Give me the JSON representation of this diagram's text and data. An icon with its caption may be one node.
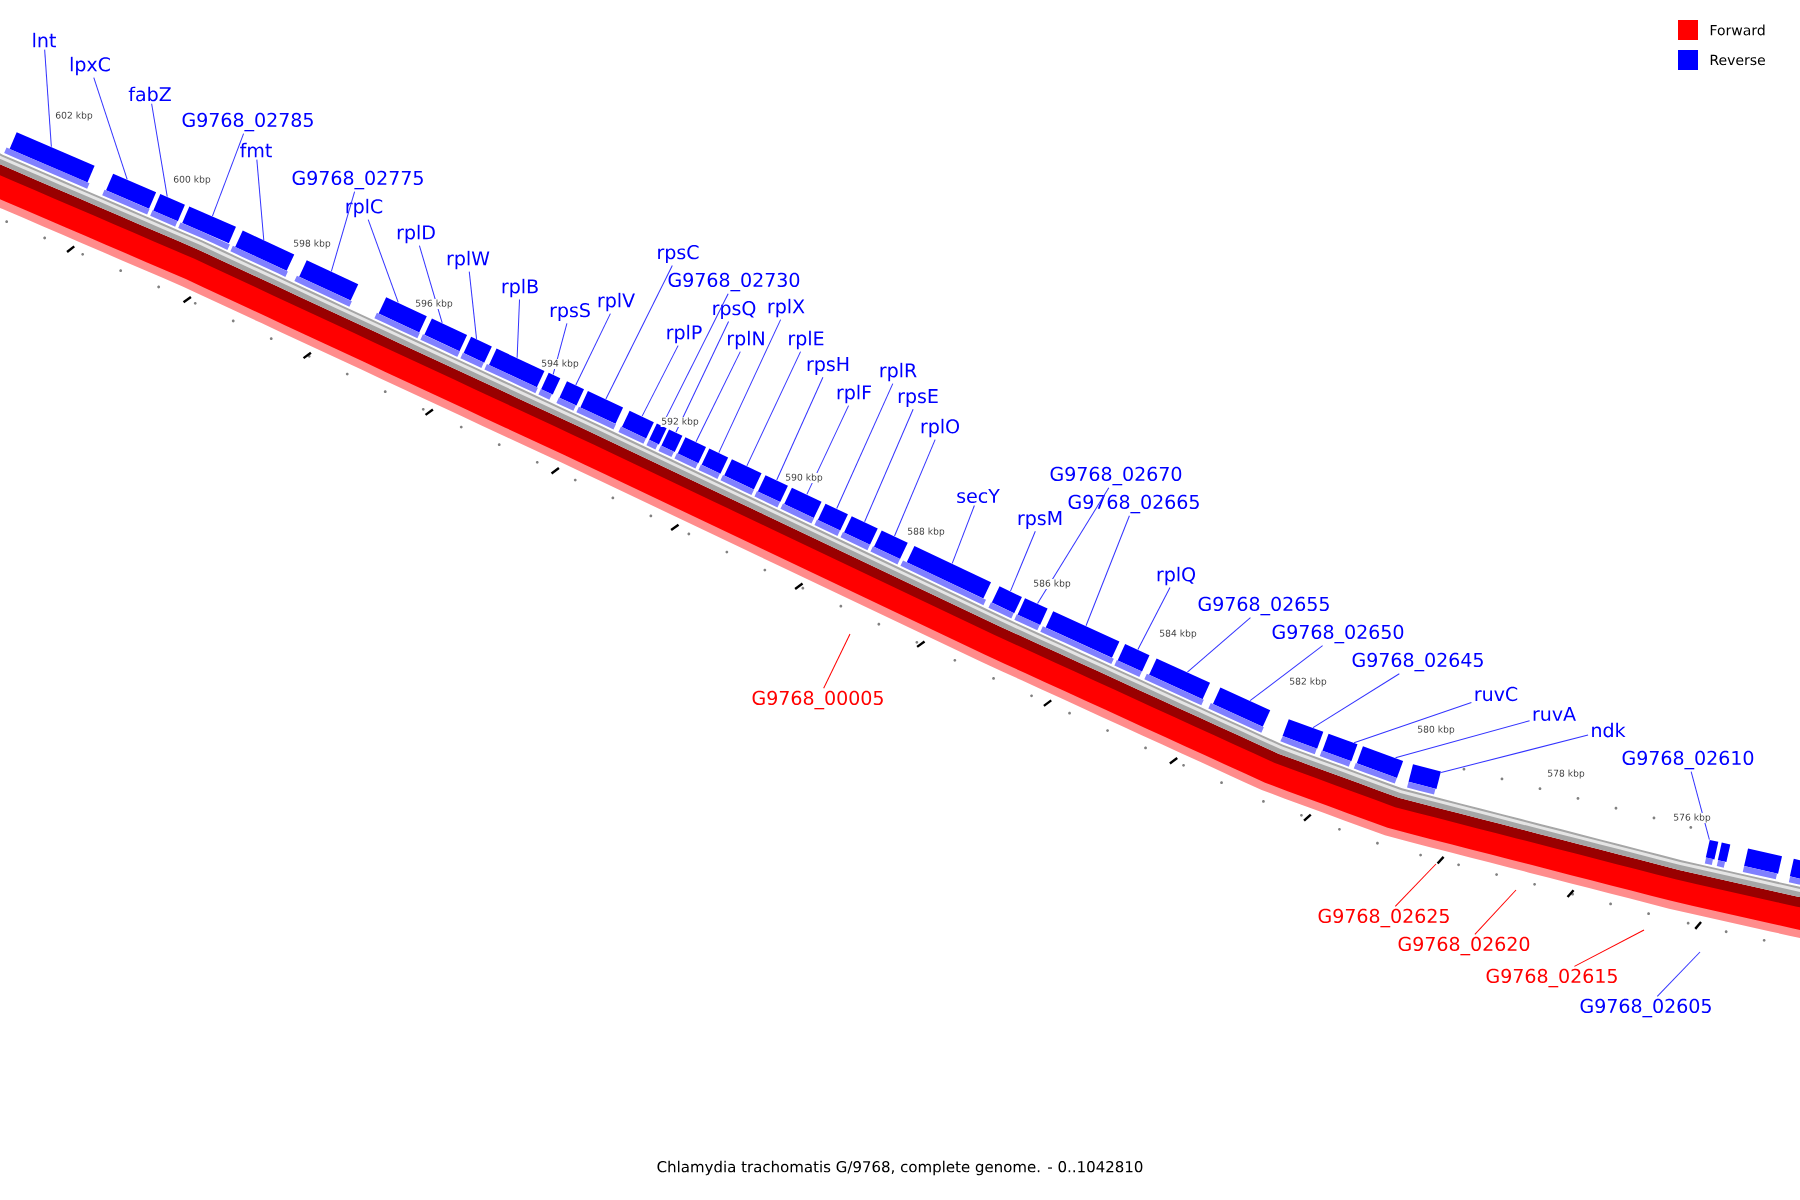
{
  "diagram": {
    "caption": "Chlamydia trachomatis G/9768, complete genome. - 0..1042810",
    "nodes": [
      {
        "text": [
          "lnt"
        ]
      },
      {
        "text": [
          "lpxC"
        ]
      },
      {
        "text": [
          "fabZ"
        ]
      },
      {
        "text": [
          "G9768_02785"
        ]
      },
      {
        "text": [
          "fmt"
        ]
      },
      {
        "text": [
          "G9768_02775"
        ]
      },
      {
        "text": [
          "rplC"
        ]
      },
      {
        "text": [
          "rplD"
        ]
      },
      {
        "text": [
          "rplW"
        ]
      },
      {
        "text": [
          "rplB"
        ]
      },
      {
        "text": [
          "rpsS"
        ]
      },
      {
        "text": [
          "rplV"
        ]
      },
      {
        "text": [
          "rpsC"
        ]
      },
      {
        "text": [
          "rplP"
        ]
      },
      {
        "text": [
          "G9768_02730"
        ]
      },
      {
        "text": [
          "rpsQ"
        ]
      },
      {
        "text": [
          "rplN"
        ]
      },
      {
        "text": [
          "rplX"
        ]
      },
      {
        "text": [
          "rplE"
        ]
      },
      {
        "text": [
          "rpsH"
        ]
      },
      {
        "text": [
          "rplF"
        ]
      },
      {
        "text": [
          "rplR"
        ]
      },
      {
        "text": [
          "rpsE"
        ]
      },
      {
        "text": [
          "rplO"
        ]
      },
      {
        "text": [
          "secY"
        ]
      },
      {
        "text": [
          "rpsM"
        ]
      },
      {
        "text": [
          "G9768_02670"
        ]
      },
      {
        "text": [
          "G9768_02665"
        ]
      },
      {
        "text": [
          "rplQ"
        ]
      },
      {
        "text": [
          "G9768_02655"
        ]
      },
      {
        "text": [
          "G9768_02650"
        ]
      },
      {
        "text": [
          "G9768_02645"
        ]
      },
      {
        "text": [
          "ruvC"
        ]
      },
      {
        "text": [
          "ruvA"
        ]
      },
      {
        "text": [
          "ndk"
        ]
      },
      {
        "text": [
          "G9768_02610"
        ]
      },
      {
        "text": [
          "G9768_00005"
        ]
      },
      {
        "text": [
          "G9768_02625"
        ]
      },
      {
        "text": [
          "G9768_02620"
        ]
      },
      {
        "text": [
          "G9768_02615"
        ]
      },
      {
        "text": [
          "G9768_02605"
        ]
      },
      {
        "text": [],
        "shape": "box"
      },
      {
        "text": [],
        "shape": "box"
      },
      {
        "text": [],
        "shape": "box"
      },
      {
        "text": [],
        "shape": "box"
      },
      {
        "text": [],
        "shape": "box"
      },
      {
        "text": [],
        "shape": "box"
      },
      {
        "text": [],
        "shape": "box"
      },
      {
        "text": [],
        "shape": "box"
      },
      {
        "text": [],
        "shape": "box"
      },
      {
        "text": [],
        "shape": "box"
      },
      {
        "text": [],
        "shape": "box"
      },
      {
        "text": [],
        "shape": "box"
      },
      {
        "text": [],
        "shape": "box"
      },
      {
        "text": [],
        "shape": "box"
      },
      {
        "text": [],
        "shape": "box"
      },
      {
        "text": [],
        "shape": "box"
      },
      {
        "text": [],
        "shape": "box"
      },
      {
        "text": [],
        "shape": "box"
      },
      {
        "text": [],
        "shape": "box"
      },
      {
        "text": [],
        "shape": "box"
      },
      {
        "text": [],
        "shape": "box"
      },
      {
        "text": [],
        "shape": "box"
      },
      {
        "text": [],
        "shape": "box"
      },
      {
        "text": [],
        "shape": "box"
      },
      {
        "text": [],
        "shape": "box"
      },
      {
        "text": [],
        "shape": "box"
      },
      {
        "text": [],
        "shape": "box"
      },
      {
        "text": [],
        "shape": "box"
      },
      {
        "text": [],
        "shape": "box"
      },
      {
        "text": [],
        "shape": "box"
      },
      {
        "text": [],
        "shape": "box"
      },
      {
        "text": [],
        "shape": "box"
      },
      {
        "text": [],
        "shape": "box"
      },
      {
        "text": [],
        "shape": "box"
      },
      {
        "text": [],
        "shape": "box"
      },
      {
        "text": [],
        "shape": "box"
      },
      {
        "text": [],
        "shape": "box"
      },
      {
        "text": [],
        "shape": "box"
      },
      {
        "text": [],
        "shape": "box"
      }
    ],
    "edges": [
      {
        "from": 0,
        "to": 41,
        "arrow": "none"
      },
      {
        "from": 1,
        "to": 42,
        "arrow": "none"
      },
      {
        "from": 2,
        "to": 43,
        "arrow": "none"
      },
      {
        "from": 3,
        "to": 44,
        "arrow": "none"
      },
      {
        "from": 4,
        "to": 45,
        "arrow": "none"
      },
      {
        "from": 5,
        "to": 46,
        "arrow": "none"
      },
      {
        "from": 6,
        "to": 47,
        "arrow": "none"
      },
      {
        "from": 7,
        "to": 48,
        "arrow": "none"
      },
      {
        "from": 8,
        "to": 49,
        "arrow": "none"
      },
      {
        "from": 9,
        "to": 50,
        "arrow": "none"
      },
      {
        "from": 10,
        "to": 51,
        "arrow": "none"
      },
      {
        "from": 11,
        "to": 52,
        "arrow": "none"
      },
      {
        "from": 12,
        "to": 53,
        "arrow": "none"
      },
      {
        "from": 13,
        "to": 54,
        "arrow": "none"
      },
      {
        "from": 14,
        "to": 55,
        "arrow": "none"
      },
      {
        "from": 15,
        "to": 56,
        "arrow": "none"
      },
      {
        "from": 16,
        "to": 57,
        "arrow": "none"
      },
      {
        "from": 17,
        "to": 58,
        "arrow": "none"
      },
      {
        "from": 18,
        "to": 59,
        "arrow": "none"
      },
      {
        "from": 19,
        "to": 60,
        "arrow": "none"
      },
      {
        "from": 20,
        "to": 61,
        "arrow": "none"
      },
      {
        "from": 21,
        "to": 62,
        "arrow": "none"
      },
      {
        "from": 22,
        "to": 63,
        "arrow": "none"
      },
      {
        "from": 23,
        "to": 64,
        "arrow": "none"
      },
      {
        "from": 24,
        "to": 65,
        "arrow": "none"
      },
      {
        "from": 25,
        "to": 66,
        "arrow": "none"
      },
      {
        "from": 26,
        "to": 67,
        "arrow": "none"
      },
      {
        "from": 27,
        "to": 68,
        "arrow": "none"
      },
      {
        "from": 28,
        "to": 69,
        "arrow": "none"
      },
      {
        "from": 29,
        "to": 70,
        "arrow": "none"
      },
      {
        "from": 30,
        "to": 71,
        "arrow": "none"
      },
      {
        "from": 31,
        "to": 72,
        "arrow": "none"
      },
      {
        "from": 32,
        "to": 73,
        "arrow": "none"
      },
      {
        "from": 33,
        "to": 74,
        "arrow": "none"
      },
      {
        "from": 34,
        "to": 75,
        "arrow": "none"
      },
      {
        "from": 35,
        "to": 76,
        "arrow": "none"
      },
      {
        "from": 36,
        "to": null,
        "arrow": "none",
        "color": "#ff0000"
      },
      {
        "from": 37,
        "to": null,
        "arrow": "none",
        "color": "#ff0000"
      },
      {
        "from": 38,
        "to": null,
        "arrow": "none",
        "color": "#ff0000"
      },
      {
        "from": 39,
        "to": null,
        "arrow": "none",
        "color": "#ff0000"
      },
      {
        "from": 40,
        "to": null,
        "arrow": "none"
      }
    ],
    "labels": [
      "602 kbp",
      "600 kbp",
      "598 kbp",
      "596 kbp",
      "594 kbp",
      "592 kbp",
      "590 kbp",
      "588 kbp",
      "586 kbp",
      "584 kbp",
      "582 kbp",
      "580 kbp",
      "578 kbp",
      "576 kbp"
    ],
    "legend": [
      {
        "text": "Forward",
        "color": "#ff0000"
      },
      {
        "text": "Reverse",
        "color": "#0000ff"
      }
    ]
  }
}
